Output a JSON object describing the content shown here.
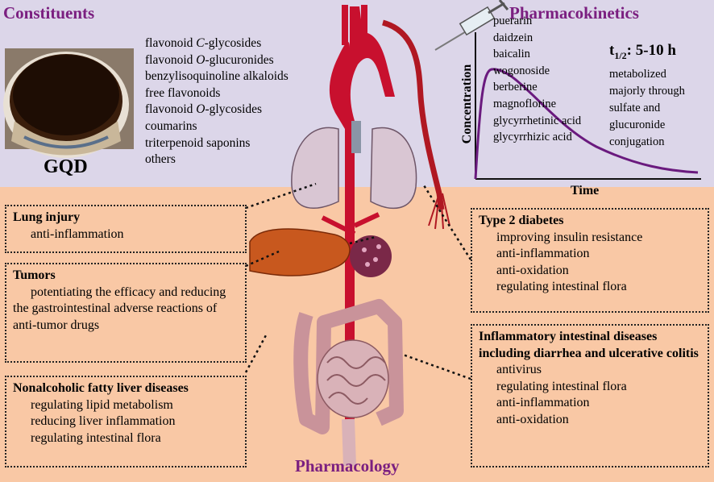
{
  "constituents": {
    "heading": "Constituents",
    "items": [
      {
        "pre": "flavonoid ",
        "em": "C",
        "post": "-glycosides"
      },
      {
        "pre": "flavonoid ",
        "em": "O",
        "post": "-glucuronides"
      },
      {
        "pre": "benzylisoquinoline alkaloids",
        "em": "",
        "post": ""
      },
      {
        "pre": "free flavonoids",
        "em": "",
        "post": ""
      },
      {
        "pre": "flavonoid ",
        "em": "O",
        "post": "-glycosides"
      },
      {
        "pre": "coumarins",
        "em": "",
        "post": ""
      },
      {
        "pre": "triterpenoid saponins",
        "em": "",
        "post": ""
      },
      {
        "pre": "others",
        "em": "",
        "post": ""
      }
    ],
    "label": "GQD"
  },
  "pharmacokinetics": {
    "heading": "Pharmacokinetics",
    "drugs": [
      "puerarin",
      "daidzein",
      "baicalin",
      "wogonoside",
      "berberine",
      "magnoflorine",
      "glycyrrhetinic acid",
      "glycyrrhizic acid"
    ],
    "half_life_prefix": "t",
    "half_life_sub": "1/2",
    "half_life_value": ": 5-10 h",
    "metabolism_note": [
      "metabolized",
      "majorly through",
      "sulfate and",
      "glucuronide",
      "conjugation"
    ],
    "xlabel": "Time",
    "ylabel": "Concentration"
  },
  "pharmacology": {
    "heading": "Pharmacology",
    "boxes": {
      "lung": {
        "title": "Lung injury",
        "items": [
          "anti-inflammation"
        ]
      },
      "tumors": {
        "title": "Tumors",
        "text": "potentiating the efficacy and reducing the gastrointestinal adverse reactions of anti-tumor drugs"
      },
      "nafld": {
        "title": "Nonalcoholic fatty liver diseases",
        "items": [
          "regulating lipid metabolism",
          "reducing liver inflammation",
          "regulating intestinal flora"
        ]
      },
      "diabetes": {
        "title": "Type 2 diabetes",
        "items": [
          "improving insulin resistance",
          "anti-inflammation",
          "anti-oxidation",
          "regulating intestinal flora"
        ]
      },
      "ibd": {
        "title": "Inflammatory intestinal diseases including diarrhea and ulcerative colitis",
        "items": [
          "antivirus",
          "regulating intestinal flora",
          "anti-inflammation",
          "anti-oxidation"
        ]
      }
    }
  },
  "colors": {
    "top_band": "#dcd6e9",
    "bottom_band": "#f9c8a5",
    "heading": "#7b1f80",
    "curve": "#6a1a7e",
    "aorta": "#c8102e",
    "liver": "#c8581e",
    "lung": "#d9c6d3",
    "intestine": "#d9b2b8"
  }
}
